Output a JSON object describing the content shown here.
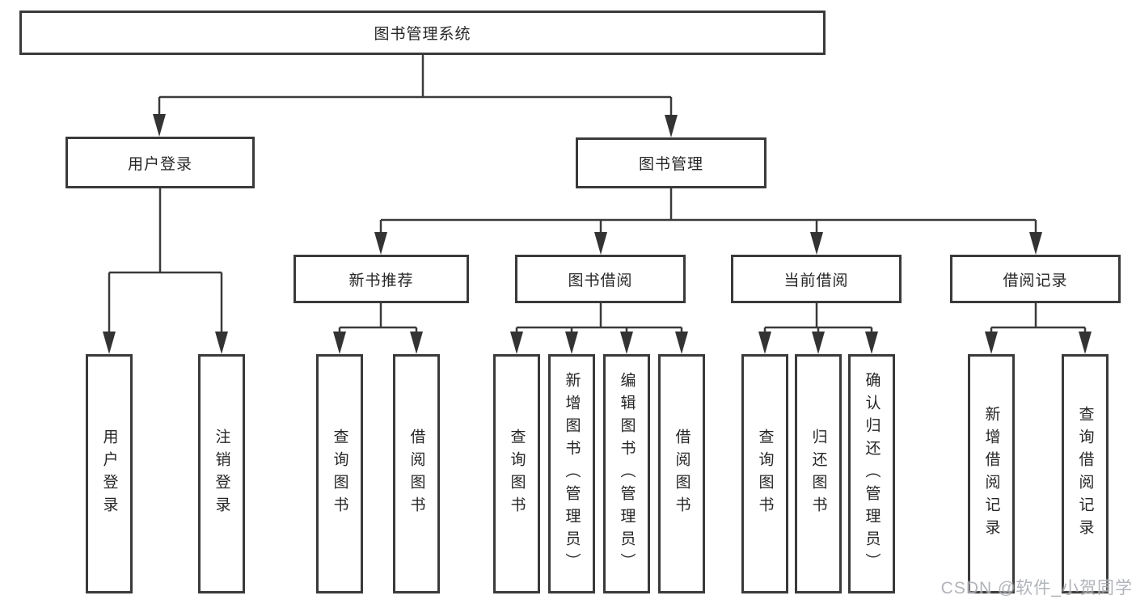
{
  "diagram": {
    "title_node": "图书管理系统",
    "level2": [
      "用户登录",
      "图书管理"
    ],
    "level3": [
      "新书推荐",
      "图书借阅",
      "当前借阅",
      "借阅记录"
    ],
    "leaves_user_login": [
      "用户登录",
      "注销登录"
    ],
    "leaves_new_books": [
      "查询图书",
      "借阅图书"
    ],
    "leaves_book_borrow": [
      "查询图书",
      "新增图书（管理员）",
      "编辑图书（管理员）",
      "借阅图书"
    ],
    "leaves_current_borrow": [
      "查询图书",
      "归还图书",
      "确认归还（管理员）"
    ],
    "leaves_borrow_records": [
      "新增借阅记录",
      "查询借阅记录"
    ],
    "colors": {
      "line": "#3a3a3a",
      "box_border": "#3a3a3a",
      "text": "#262626",
      "watermark": "#a9acb3"
    }
  },
  "watermark": "CSDN @软件_小贺同学"
}
